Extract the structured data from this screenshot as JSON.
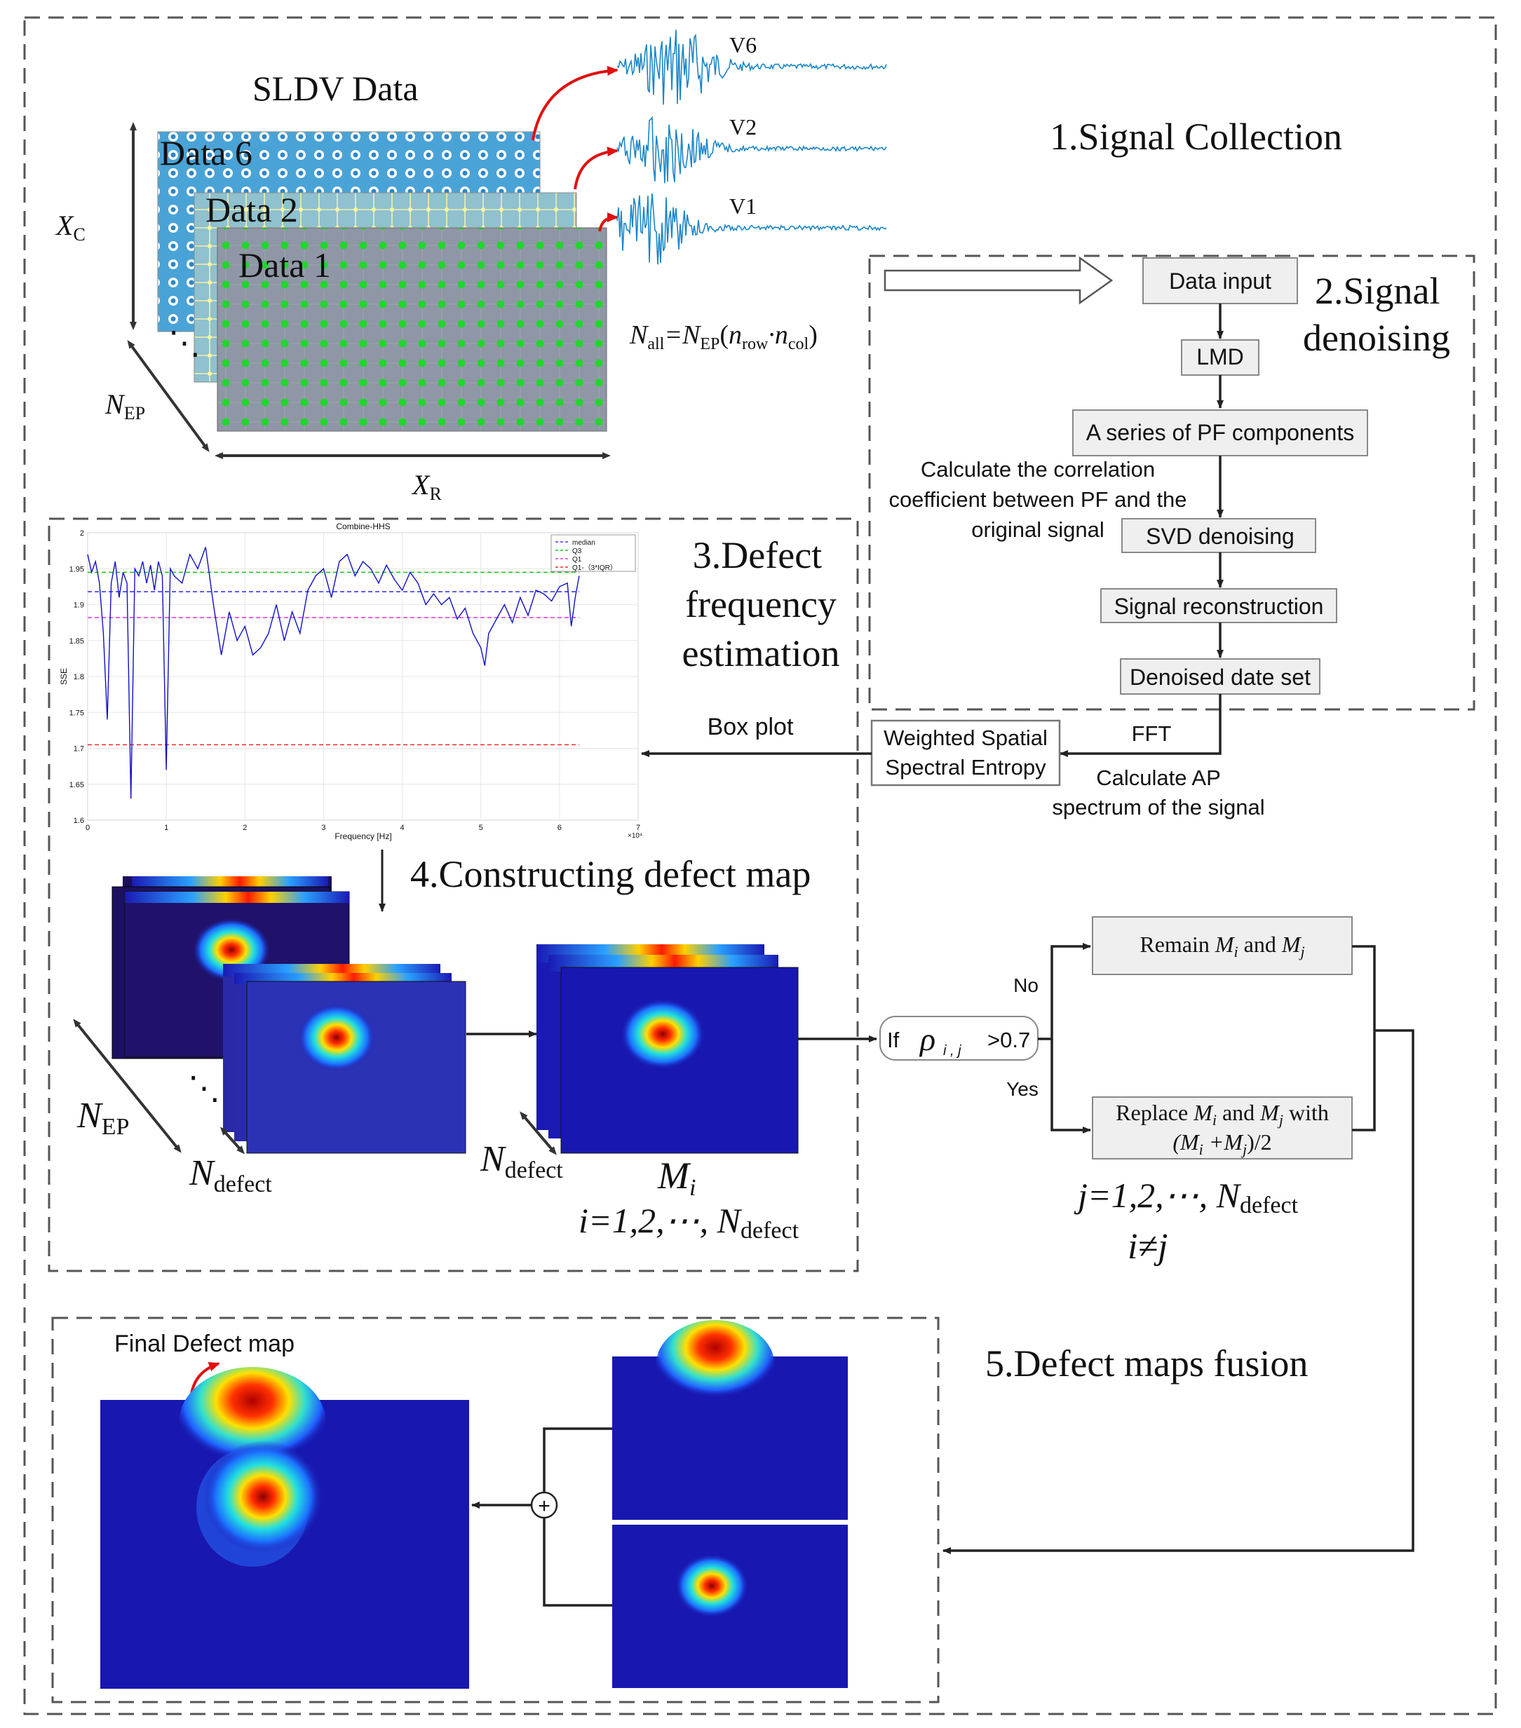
{
  "sections": {
    "s1": "1.Signal Collection",
    "s2_line1": "2.Signal",
    "s2_line2": "denoising",
    "s3_line1": "3.Defect",
    "s3_line2": "frequency",
    "s3_line3": "estimation",
    "s4": "4.Constructing defect map",
    "s5": "5.Defect maps fusion"
  },
  "collection": {
    "title": "SLDV Data",
    "layers": [
      "Data 6",
      "Data 2",
      "Data 1"
    ],
    "signals": [
      "V6",
      "V2",
      "V1"
    ],
    "xc": "X",
    "xc_sub": "C",
    "xr": "X",
    "xr_sub": "R",
    "nep": "N",
    "nep_sub": "EP",
    "formula": {
      "n": "N",
      "all": "all",
      "eq": "=N",
      "ep": "EP",
      "open": "(",
      "nr": "n",
      "row": "row",
      "dot": "·n",
      "col": "col",
      "close": ")"
    },
    "dots": "⋱"
  },
  "denoising": {
    "steps": [
      "Data input",
      "LMD",
      "A series of PF components",
      "SVD denoising",
      "Signal reconstruction",
      "Denoised date set"
    ],
    "corr_note": [
      "Calculate the correlation",
      "coefficient between PF and the",
      "original signal"
    ],
    "fft": "FFT",
    "ap_note": [
      "Calculate AP",
      "spectrum of the signal"
    ],
    "wsse": [
      "Weighted Spatial",
      "Spectral Entropy"
    ],
    "box_plot": "Box plot"
  },
  "chart_data": {
    "type": "line",
    "title": "Combine-HHS",
    "xlabel": "Frequency [Hz]",
    "ylabel": "SSE",
    "x_exponent_label": "×10⁴",
    "xlim": [
      0,
      7
    ],
    "ylim": [
      1.6,
      2.0
    ],
    "xticks": [
      "0",
      "1",
      "2",
      "3",
      "4",
      "5",
      "6",
      "7"
    ],
    "yticks": [
      "1.6",
      "1.65",
      "1.7",
      "1.75",
      "1.8",
      "1.85",
      "1.9",
      "1.95",
      "2"
    ],
    "legend": [
      "median",
      "Q3",
      "Q1",
      "Q1-（3*IQR）"
    ],
    "legend_position": "top-right",
    "hlines": [
      {
        "name": "median",
        "y": 1.918,
        "color": "#3b3bf0"
      },
      {
        "name": "Q3",
        "y": 1.945,
        "color": "#18c418"
      },
      {
        "name": "Q1",
        "y": 1.882,
        "color": "#e040e0"
      },
      {
        "name": "Q1-（3*IQR）",
        "y": 1.705,
        "color": "#f02a2a"
      }
    ],
    "series": [
      {
        "color": "#1010c8",
        "x": [
          0.0,
          0.05,
          0.1,
          0.15,
          0.2,
          0.25,
          0.3,
          0.35,
          0.4,
          0.45,
          0.5,
          0.55,
          0.6,
          0.65,
          0.7,
          0.75,
          0.8,
          0.85,
          0.9,
          0.95,
          1.0,
          1.05,
          1.1,
          1.2,
          1.3,
          1.4,
          1.5,
          1.6,
          1.7,
          1.8,
          1.9,
          2.0,
          2.1,
          2.2,
          2.3,
          2.4,
          2.5,
          2.6,
          2.7,
          2.8,
          2.9,
          3.0,
          3.1,
          3.2,
          3.3,
          3.4,
          3.5,
          3.6,
          3.7,
          3.8,
          3.9,
          4.0,
          4.1,
          4.2,
          4.3,
          4.4,
          4.5,
          4.6,
          4.7,
          4.8,
          4.9,
          5.0,
          5.05,
          5.1,
          5.2,
          5.3,
          5.4,
          5.5,
          5.6,
          5.7,
          5.8,
          5.9,
          6.0,
          6.1,
          6.15,
          6.2,
          6.25
        ],
        "y": [
          1.97,
          1.945,
          1.96,
          1.93,
          1.86,
          1.74,
          1.93,
          1.96,
          1.91,
          1.945,
          1.93,
          1.63,
          1.95,
          1.94,
          1.96,
          1.93,
          1.955,
          1.92,
          1.96,
          1.94,
          1.67,
          1.95,
          1.94,
          1.93,
          1.97,
          1.95,
          1.98,
          1.9,
          1.83,
          1.89,
          1.85,
          1.87,
          1.83,
          1.84,
          1.86,
          1.9,
          1.85,
          1.89,
          1.86,
          1.92,
          1.94,
          1.95,
          1.91,
          1.96,
          1.97,
          1.94,
          1.96,
          1.95,
          1.93,
          1.955,
          1.935,
          1.92,
          1.945,
          1.93,
          1.9,
          1.915,
          1.9,
          1.91,
          1.88,
          1.895,
          1.86,
          1.84,
          1.815,
          1.86,
          1.88,
          1.9,
          1.875,
          1.91,
          1.885,
          1.92,
          1.915,
          1.905,
          1.925,
          1.93,
          1.87,
          1.91,
          1.94
        ]
      }
    ]
  },
  "defect_map": {
    "nep": "N",
    "nep_sub": "EP",
    "ndefect": "N",
    "ndefect_sub": "defect",
    "dots": "⋱",
    "mi": "M",
    "mi_sub": "i",
    "index_range": "i=1,2,⋯, N",
    "index_range_sub": "defect"
  },
  "decision": {
    "condition_if": "If",
    "rho": "ρ",
    "rho_sub": "i , j",
    "condition_thr": ">0.7",
    "no": "No",
    "yes": "Yes",
    "remain_pre": "Remain ",
    "remain_m": "M",
    "remain_i": "i",
    "remain_and": " and ",
    "remain_mj": "M",
    "remain_j": "j",
    "replace_line1_pre": "Replace ",
    "replace_m": "M",
    "replace_i": "i",
    "replace_and": " and ",
    "replace_mj": "M",
    "replace_j": "j",
    "replace_with": " with",
    "replace_line2": "(M",
    "replace_line2_i": "i",
    "replace_line2_plus": " +M",
    "replace_line2_j": "j",
    "replace_line2_end": ")/2",
    "j_range": "j=1,2,⋯, N",
    "j_range_sub": "defect",
    "i_neq_j": "i≠j"
  },
  "fusion": {
    "final_label": "Final Defect map",
    "plus": "+"
  }
}
